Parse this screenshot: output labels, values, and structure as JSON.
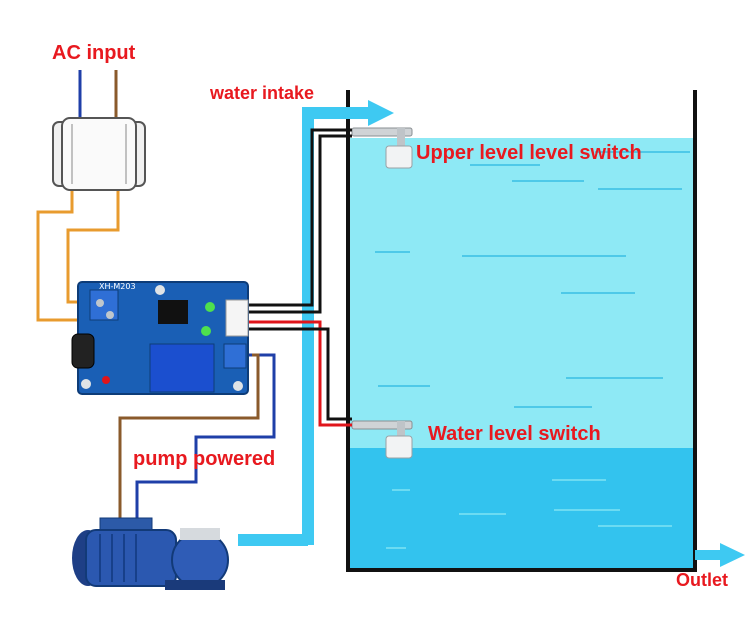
{
  "labels": {
    "ac_input": "AC input",
    "water_intake": "water intake",
    "upper_switch": "Upper level level switch",
    "lower_switch": "Water level switch",
    "pump_powered": "pump powered",
    "outlet": "Outlet"
  },
  "board": {
    "model": "XH-M203"
  },
  "colors": {
    "label": "#e8191f",
    "pipe": "#3ec9f2",
    "water_upper": "#8ee9f5",
    "water_lower": "#33c3ee",
    "board": "#1a5fb5",
    "wire_brown": "#8a5a2b",
    "wire_blue": "#1f3fa8",
    "wire_orange": "#e89b2e",
    "wire_red": "#e0151b",
    "wire_black": "#111111"
  }
}
